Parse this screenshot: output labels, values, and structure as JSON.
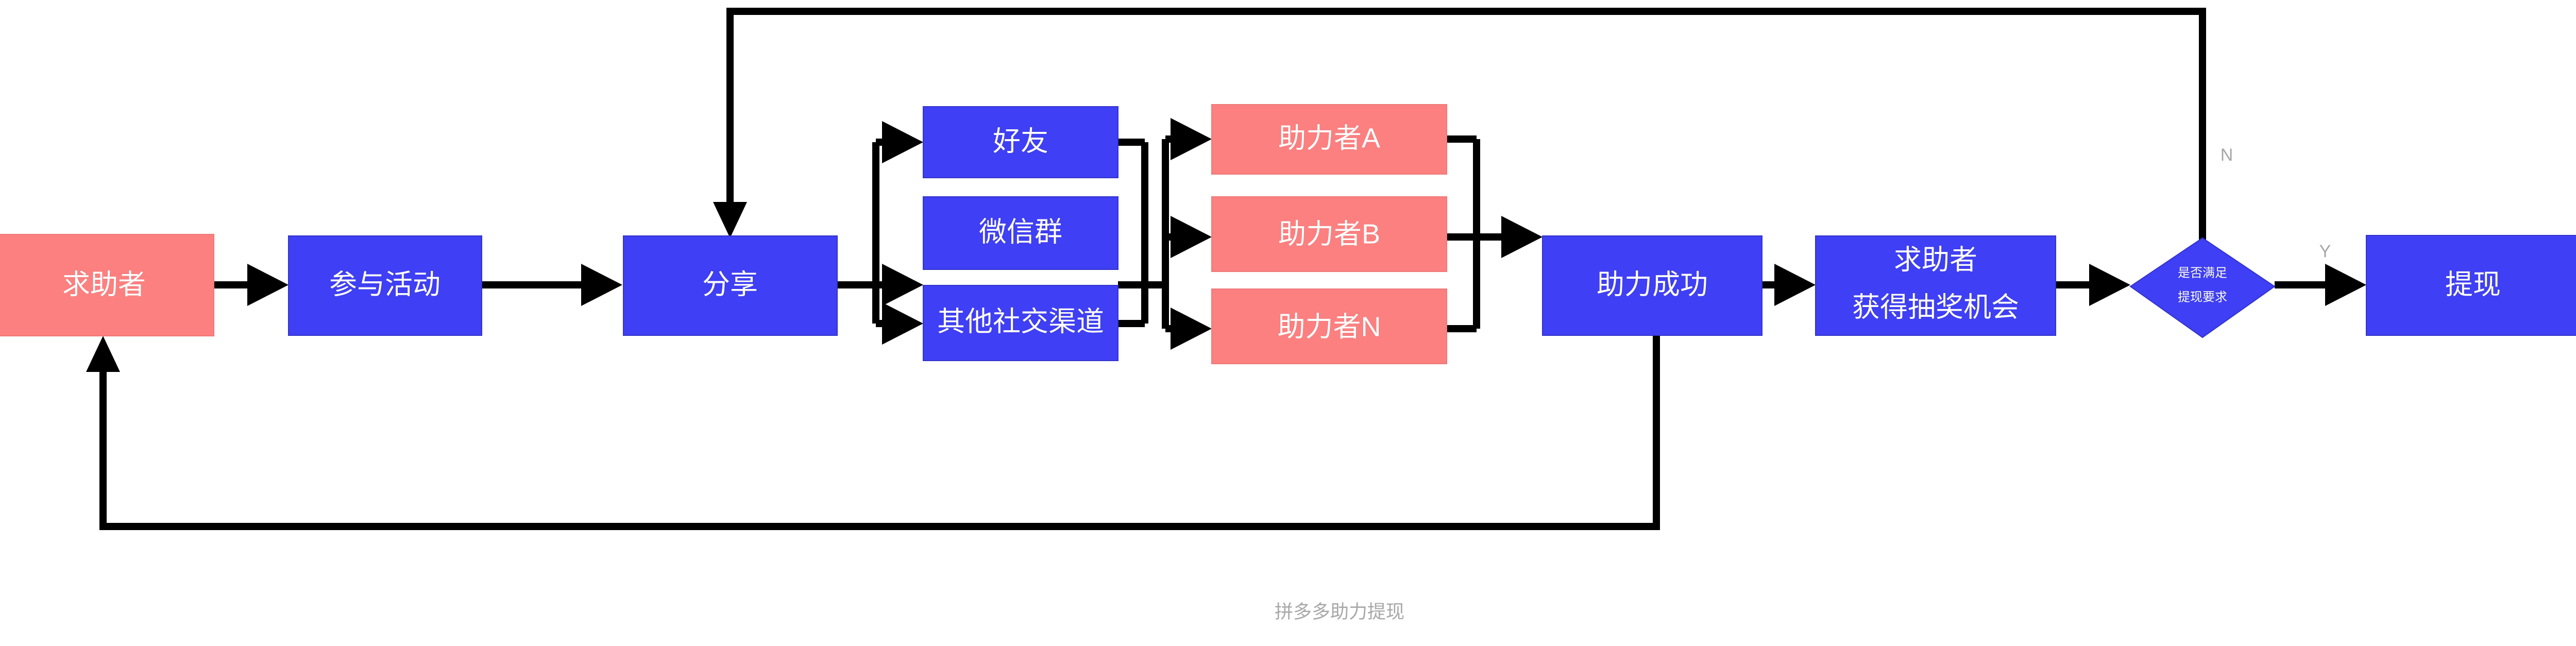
{
  "diagram": {
    "caption": "拼多多助力提现",
    "colors": {
      "blue": "#3f3ff5",
      "pink": "#fc8080",
      "edge": "#000000",
      "label_text": "#ffffff",
      "branch_label": "#a6a6a6",
      "caption_text": "#a8a8a8",
      "background": "#ffffff"
    },
    "nodes": {
      "requester_start": {
        "label": "求助者",
        "shape": "rect",
        "color": "pink"
      },
      "join_activity": {
        "label": "参与活动",
        "shape": "rect",
        "color": "blue"
      },
      "share": {
        "label": "分享",
        "shape": "rect",
        "color": "blue"
      },
      "channel_friend": {
        "label": "好友",
        "shape": "rect",
        "color": "blue"
      },
      "channel_wechat_group": {
        "label": "微信群",
        "shape": "rect",
        "color": "blue"
      },
      "channel_other_social": {
        "label": "其他社交渠道",
        "shape": "rect",
        "color": "blue"
      },
      "helper_a": {
        "label": "助力者A",
        "shape": "rect",
        "color": "pink"
      },
      "helper_b": {
        "label": "助力者B",
        "shape": "rect",
        "color": "pink"
      },
      "helper_n": {
        "label": "助力者N",
        "shape": "rect",
        "color": "pink"
      },
      "boost_success": {
        "label": "助力成功",
        "shape": "rect",
        "color": "blue"
      },
      "requester_gets_lottery": {
        "label_line1": "求助者",
        "label_line2": "获得抽奖机会",
        "shape": "rect",
        "color": "blue"
      },
      "decision_withdraw": {
        "label_line1": "是否满足",
        "label_line2": "提现要求",
        "shape": "diamond",
        "color": "blue"
      },
      "withdraw": {
        "label": "提现",
        "shape": "rect",
        "color": "blue"
      }
    },
    "edge_labels": {
      "yes": "Y",
      "no": "N"
    }
  }
}
